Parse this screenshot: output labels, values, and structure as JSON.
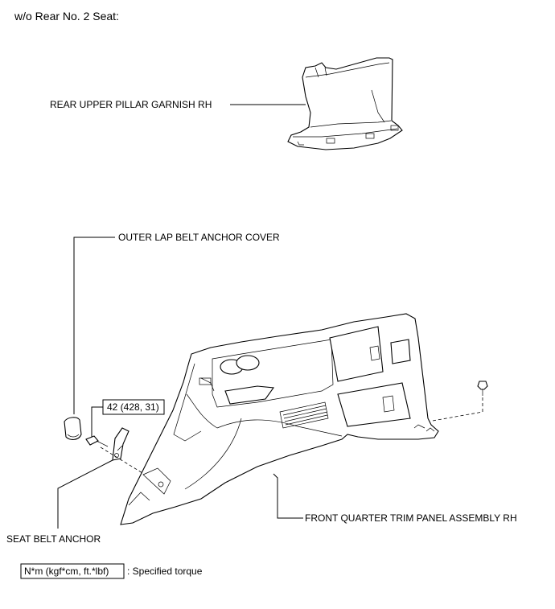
{
  "header": {
    "text": "w/o Rear No. 2 Seat:"
  },
  "callouts": {
    "rear_upper_pillar_garnish": "REAR UPPER PILLAR GARNISH RH",
    "outer_lap_belt_anchor_cover": "OUTER LAP BELT ANCHOR COVER",
    "torque_value": "42 (428, 31)",
    "seat_belt_anchor": "SEAT BELT ANCHOR",
    "front_quarter_trim_panel": "FRONT QUARTER TRIM PANEL ASSEMBLY RH"
  },
  "legend": {
    "box_text": "N*m (kgf*cm, ft.*lbf)",
    "description": ": Specified torque"
  }
}
